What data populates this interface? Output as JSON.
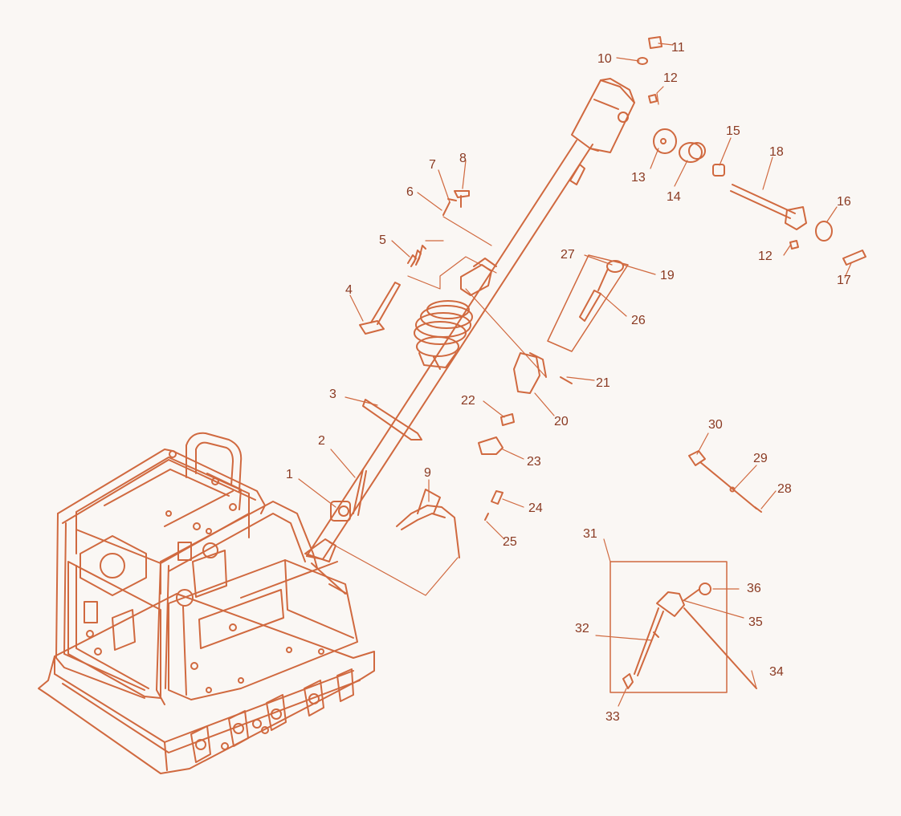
{
  "diagram": {
    "stroke_color": "#d0693f",
    "label_color": "#8a3a22",
    "background": "#faf7f4",
    "labels": {
      "l1": "1",
      "l2": "2",
      "l3": "3",
      "l4": "4",
      "l5": "5",
      "l6": "6",
      "l7": "7",
      "l8": "8",
      "l9": "9",
      "l10": "10",
      "l11": "11",
      "l12a": "12",
      "l12b": "12",
      "l13": "13",
      "l14": "14",
      "l15": "15",
      "l16": "16",
      "l17": "17",
      "l18": "18",
      "l19": "19",
      "l20": "20",
      "l21": "21",
      "l22": "22",
      "l23": "23",
      "l24": "24",
      "l25": "25",
      "l26": "26",
      "l27": "27",
      "l28": "28",
      "l29": "29",
      "l30": "30",
      "l31": "31",
      "l32": "32",
      "l33": "33",
      "l34": "34",
      "l35": "35",
      "l36": "36"
    }
  }
}
